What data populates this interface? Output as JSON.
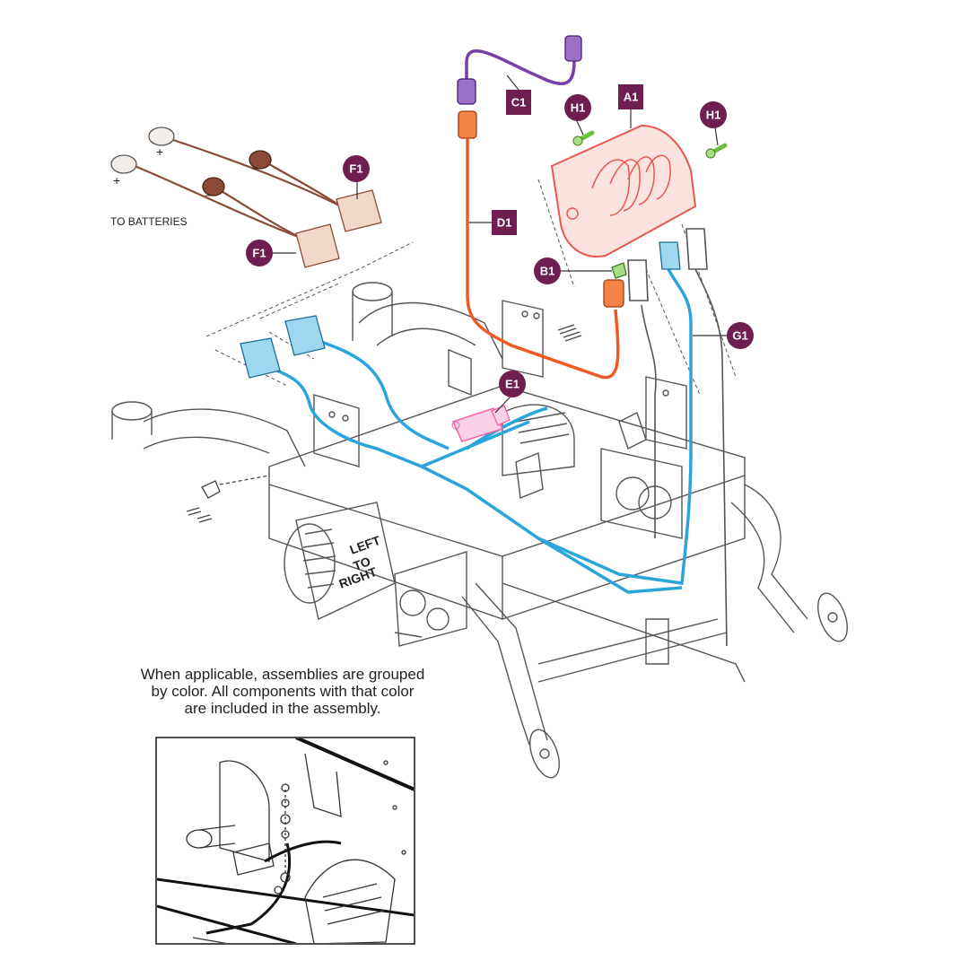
{
  "diagram": {
    "colors": {
      "callout_fill": "#6e1f4f",
      "harness_blue": "#2aa5dc",
      "harness_orange": "#ef5a24",
      "harness_purple": "#7a3fa6",
      "battery_brown": "#8b4a35",
      "module_red": "#e9574f",
      "green_part": "#6cbf3d",
      "pink_part": "#ef5fa8",
      "line_gray": "#555555"
    },
    "battery_label": "TO BATTERIES",
    "plus_sign": "+",
    "minus_sign": "−",
    "motor_text_1": "LEFT",
    "motor_text_2": "TO",
    "motor_text_3": "RIGHT",
    "callouts": {
      "c1": "C1",
      "a1": "A1",
      "h1_left": "H1",
      "h1_right": "H1",
      "d1": "D1",
      "f1_top": "F1",
      "f1_bottom": "F1",
      "b1": "B1",
      "g1": "G1",
      "e1": "E1"
    },
    "note": {
      "line1": "When applicable, assemblies are grouped",
      "line2": "by color. All components with that color",
      "line3": "are included in the assembly."
    }
  }
}
